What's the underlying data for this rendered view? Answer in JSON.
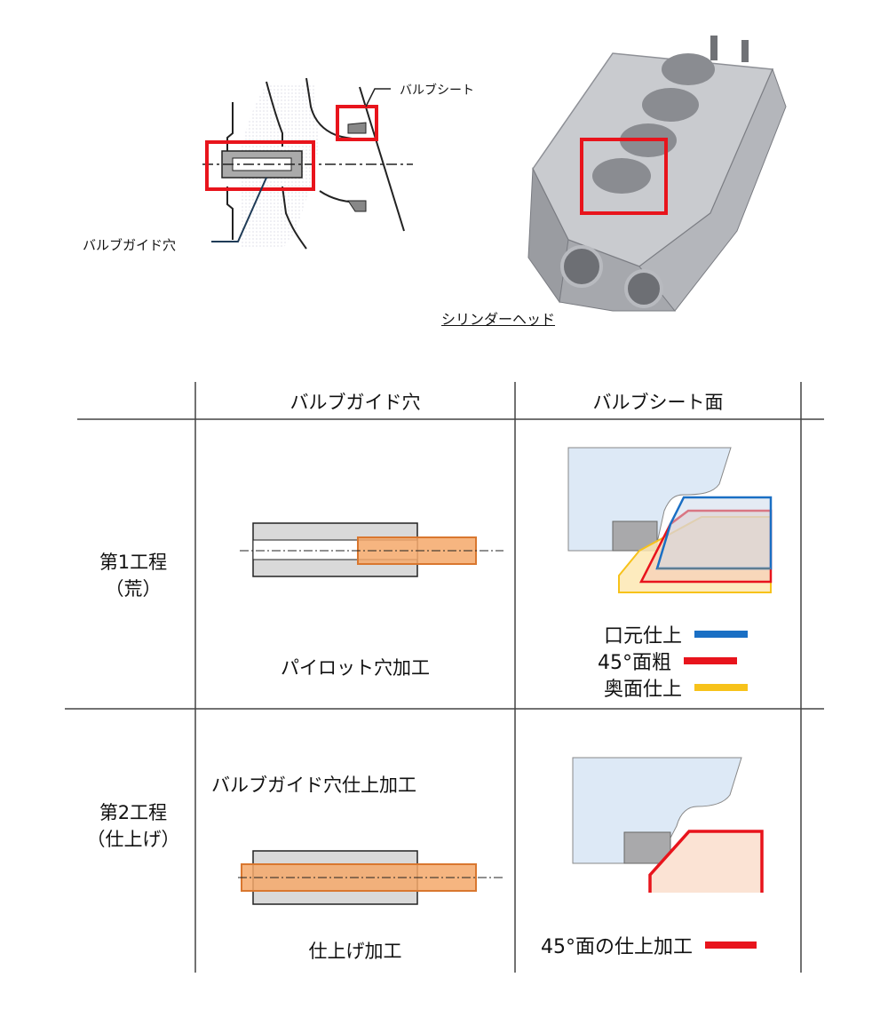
{
  "top": {
    "valve_seat_callout": "バルブシート",
    "valve_guide_callout": "バルブガイド穴",
    "cylinder_head_caption": "シリンダーヘッド",
    "photo_icon": "cylinder-head-photo"
  },
  "table": {
    "col_headers": [
      "バルブガイド穴",
      "バルブシート面"
    ],
    "rows": [
      {
        "step": [
          "第1工程",
          "（荒）"
        ],
        "guide_caption": "パイロット穴加工",
        "legend": [
          {
            "label": "口元仕上",
            "color": "#1a6fc4"
          },
          {
            "label": "45°面粗",
            "color": "#e8141c"
          },
          {
            "label": "奥面仕上",
            "color": "#f7c21a"
          }
        ]
      },
      {
        "step": [
          "第2工程",
          "（仕上げ）"
        ],
        "guide_title": "バルブガイド穴仕上加工",
        "guide_caption": "仕上げ加工",
        "legend": [
          {
            "label": "45°面の仕上加工",
            "color": "#e8141c"
          }
        ]
      }
    ]
  },
  "colors": {
    "highlight_red": "#e8141c",
    "tool_orange": "#f4a86a",
    "tool_orange_border": "#d9772f",
    "part_gray": "#d9d9d9",
    "part_blue": "#dde9f6"
  }
}
